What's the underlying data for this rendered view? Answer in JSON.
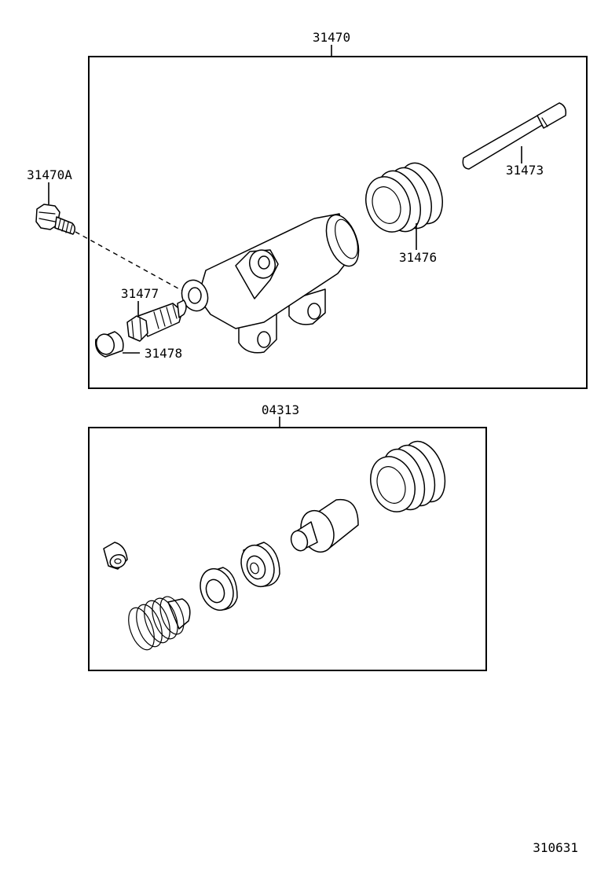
{
  "diagram": {
    "assembly_label": "31470",
    "kit_label": "04313",
    "figure_id": "310631",
    "parts": {
      "bolt": "31470A",
      "push_rod": "31473",
      "boot": "31476",
      "bleeder_plug": "31477",
      "bleeder_cap": "31478"
    }
  }
}
